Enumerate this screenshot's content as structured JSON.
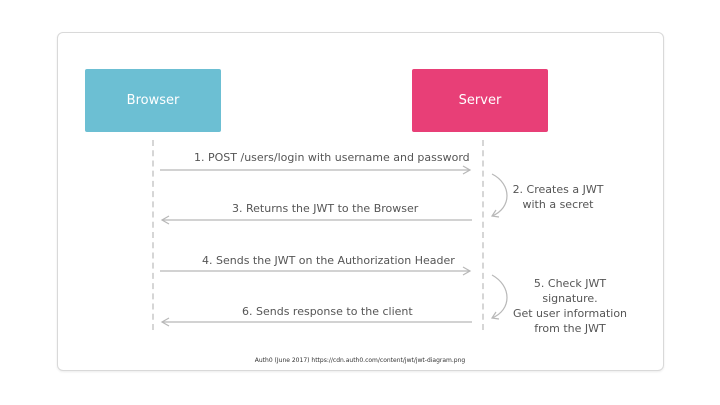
{
  "actors": {
    "browser": "Browser",
    "server": "Server",
    "browser_color": "#6cbfd3",
    "server_color": "#e83f77"
  },
  "messages": [
    {
      "label": "1. POST /users/login with username and password",
      "direction": "right"
    },
    {
      "label": "3. Returns the JWT to the Browser",
      "direction": "left"
    },
    {
      "label": "4. Sends the JWT on the Authorization Header",
      "direction": "right"
    },
    {
      "label": "6. Sends response to the client",
      "direction": "left"
    }
  ],
  "notes": [
    {
      "lines": [
        "2. Creates a JWT",
        "with a secret"
      ]
    },
    {
      "lines": [
        "5. Check JWT signature.",
        "Get user information",
        "from the JWT"
      ]
    }
  ],
  "caption": "Auth0 (June 2017) https://cdn.auth0.com/content/jwt/jwt-diagram.png"
}
